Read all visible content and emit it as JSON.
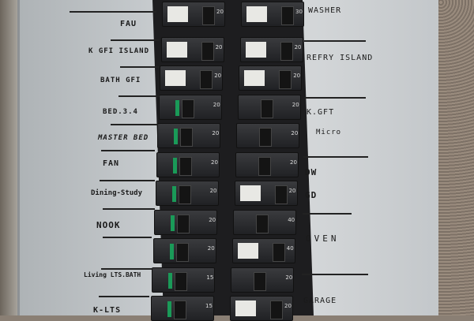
{
  "left_labels": [
    "FAU",
    "K GFI ISLAND",
    "BATH GFI",
    "BED.3.4",
    "MASTER BED",
    "FAN",
    "Dining-Study",
    "NOOK",
    "Living LTS.BATH",
    "K-LTS"
  ],
  "right_labels": [
    "WASHER",
    "REFRY ISLAND",
    "K.GFT",
    "Micro",
    "DW",
    "GD",
    "OVEN",
    "GARAGE"
  ],
  "left_breakers": [
    {
      "type": "gfci",
      "rating": "20"
    },
    {
      "type": "gfci",
      "rating": "20"
    },
    {
      "type": "gfci",
      "rating": "20"
    },
    {
      "type": "afci",
      "rating": "20"
    },
    {
      "type": "afci",
      "rating": "20"
    },
    {
      "type": "afci",
      "rating": "20"
    },
    {
      "type": "afci",
      "rating": "20"
    },
    {
      "type": "afci",
      "rating": "20"
    },
    {
      "type": "afci",
      "rating": "20"
    },
    {
      "type": "afci",
      "rating": "15"
    },
    {
      "type": "afci",
      "rating": "15"
    }
  ],
  "right_breakers": [
    {
      "type": "gfci",
      "rating": "30"
    },
    {
      "type": "gfci",
      "rating": "20"
    },
    {
      "type": "gfci",
      "rating": "20"
    },
    {
      "type": "std",
      "rating": "20"
    },
    {
      "type": "std",
      "rating": "20"
    },
    {
      "type": "std",
      "rating": "20"
    },
    {
      "type": "gfci",
      "rating": "20"
    },
    {
      "type": "std",
      "rating": "40"
    },
    {
      "type": "gfci",
      "rating": "40"
    },
    {
      "type": "std",
      "rating": "20"
    },
    {
      "type": "gfci",
      "rating": "20"
    }
  ],
  "colors": {
    "panel": "#cdd1d4",
    "breaker": "#2a2b2e",
    "afci_indicator": "#1a9a58",
    "ink": "#1a1a1a"
  }
}
